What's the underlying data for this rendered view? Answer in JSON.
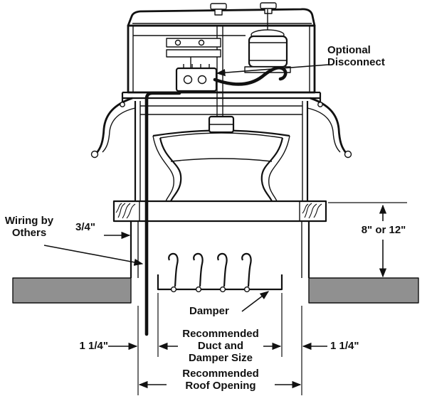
{
  "diagram": {
    "type": "technical-line-drawing",
    "subject": "Roof ventilator / exhaust fan installation cross-section",
    "colors": {
      "line": "#111111",
      "roof_fill": "#909090",
      "background": "#ffffff"
    },
    "labels": {
      "optional_disconnect": "Optional\nDisconnect",
      "wiring_by_others": "Wiring by\nOthers",
      "gap_curb": "3/4\"",
      "curb_height": "8\" or 12\"",
      "damper": "Damper",
      "duct_damper_size": "Recommended\nDuct and\nDamper Size",
      "margin_left": "1 1/4\"",
      "margin_right": "1 1/4\"",
      "roof_opening": "Recommended\nRoof Opening"
    }
  }
}
